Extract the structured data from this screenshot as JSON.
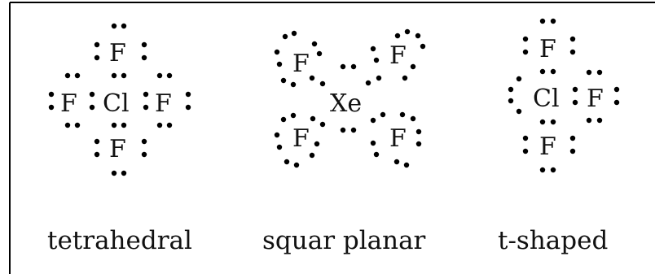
{
  "colors": {
    "ink": "#000000",
    "background": "#ffffff"
  },
  "structures": [
    {
      "id": "tetrahedral",
      "caption": "tetrahedral",
      "central": "Cl",
      "f": [
        "F",
        "F",
        "F",
        "F"
      ]
    },
    {
      "id": "square-planar",
      "caption": "squar planar",
      "central": "Xe",
      "f": [
        "F",
        "F",
        "F",
        "F"
      ]
    },
    {
      "id": "t-shaped",
      "caption": "t-shaped",
      "central": "Cl",
      "f": [
        "F",
        "F",
        "F"
      ]
    }
  ]
}
